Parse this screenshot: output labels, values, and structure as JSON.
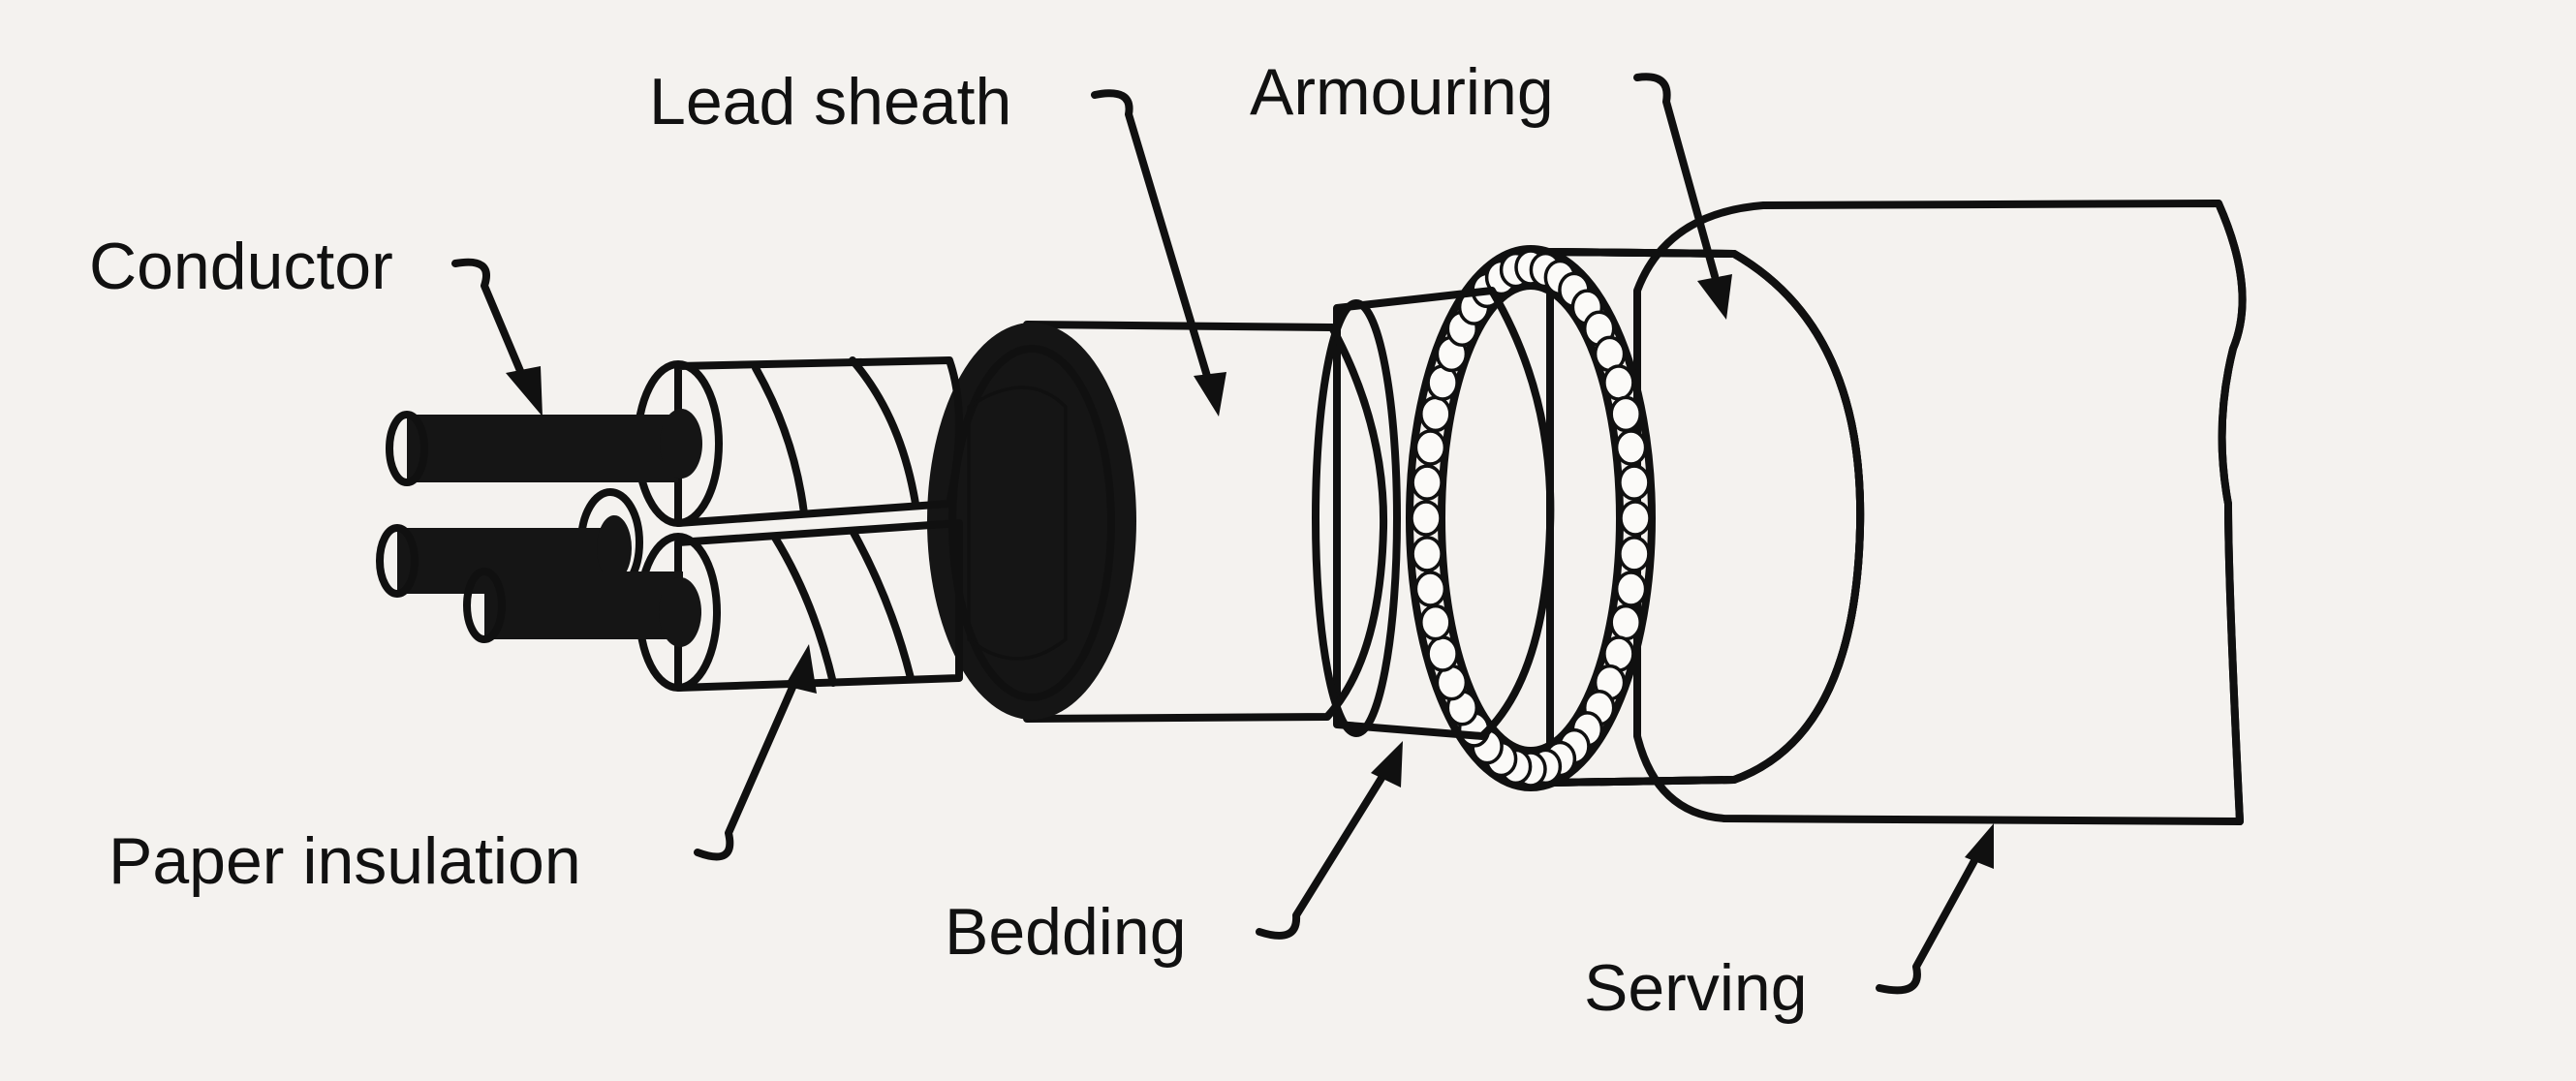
{
  "diagram": {
    "labels": {
      "conductor": "Conductor",
      "lead_sheath": "Lead sheath",
      "armouring": "Armouring",
      "paper_insulation": "Paper insulation",
      "bedding": "Bedding",
      "serving": "Serving"
    },
    "colors": {
      "background": "#f4f2ef",
      "ink": "#101010",
      "conductor_fill": "#151515",
      "layer_fill": "#fbfaf8"
    }
  }
}
